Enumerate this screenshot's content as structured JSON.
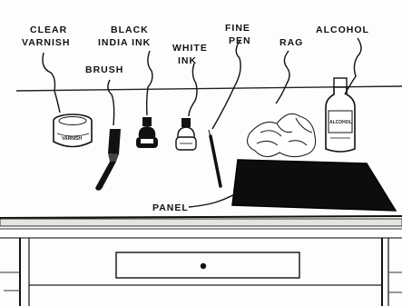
{
  "labels": {
    "clear_varnish_line1": "CLEAR",
    "clear_varnish_line2": "VARNISH",
    "black_india_ink_line1": "BLACK",
    "black_india_ink_line2": "INDIA INK",
    "brush": "BRUSH",
    "white_ink_line1": "WHITE",
    "white_ink_line2": "INK",
    "fine_pen_line1": "FINE",
    "fine_pen_line2": "PEN",
    "rag": "RAG",
    "alcohol": "ALCOHOL",
    "panel": "PANEL"
  },
  "item_text": {
    "varnish_can": "VARNISH",
    "alcohol_bottle": "ALCOHOL"
  },
  "colors": {
    "ink": "#111111",
    "panel": "#0d0d0d",
    "paper": "#fdfdfb"
  }
}
